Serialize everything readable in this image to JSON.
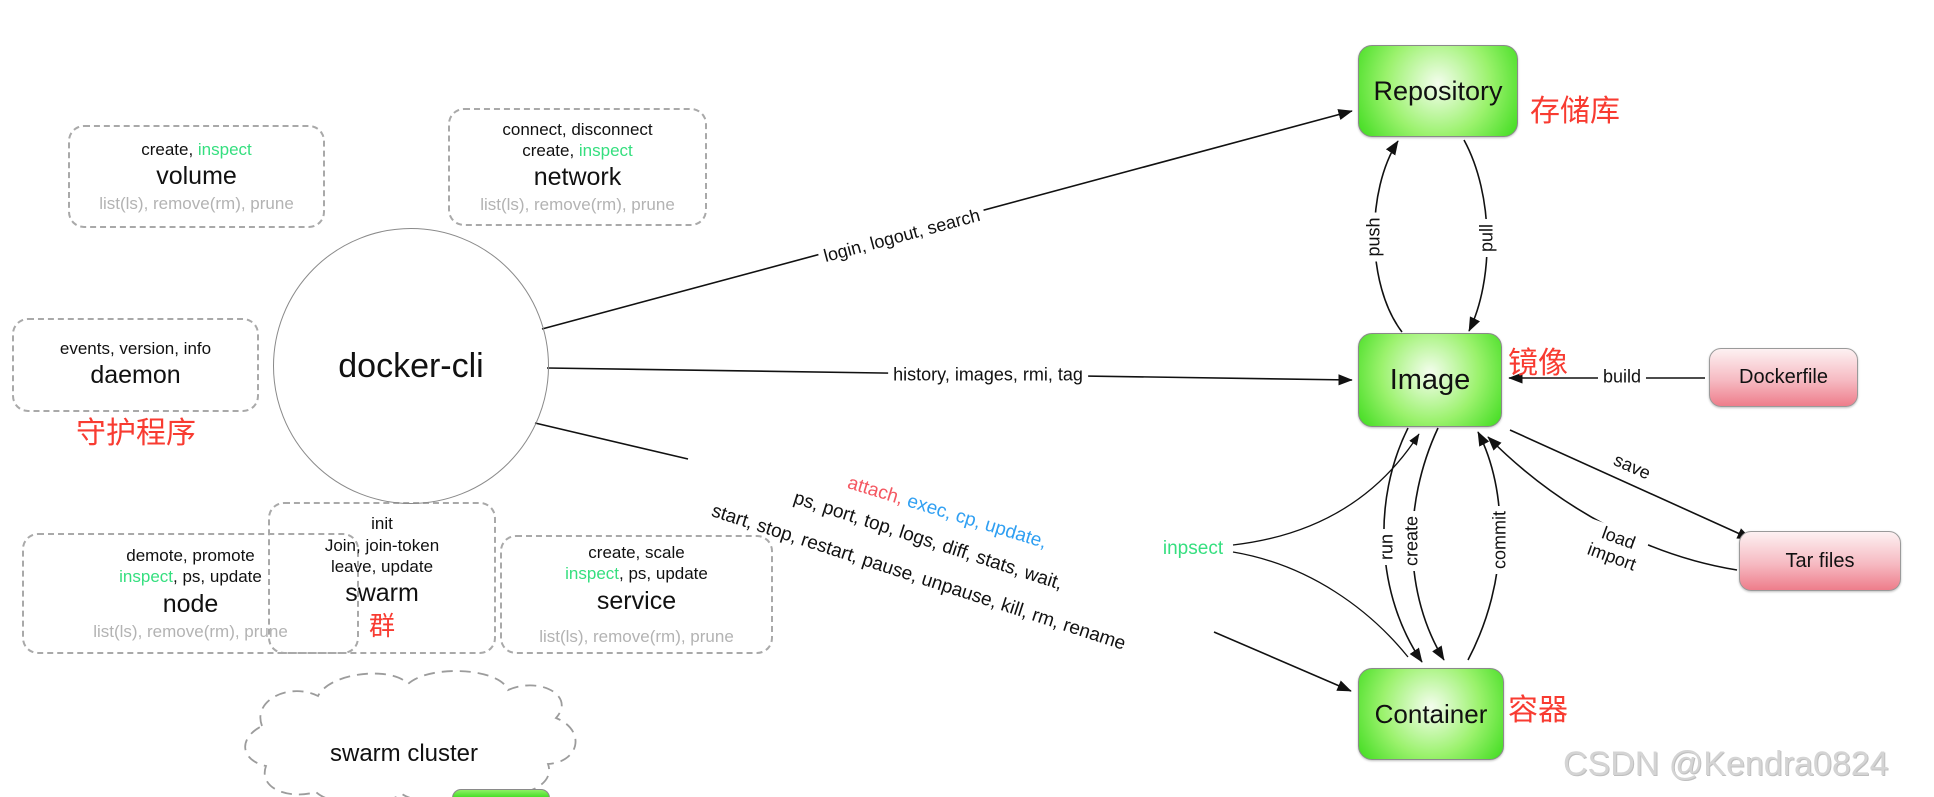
{
  "watermark": "CSDN @Kendra0824",
  "colors": {
    "command_green": "#35df7f",
    "label_red": "#f83b31",
    "command_blue": "#2f9ff2",
    "command_red": "#f45761",
    "muted_gray": "#b3b3b3",
    "node_green": "#3fdc1f",
    "node_pink": "#ee7d8b"
  },
  "center_node": {
    "label": "docker-cli"
  },
  "groups": {
    "volume": {
      "cmds_black": "create, ",
      "cmds_green": "inspect",
      "title": "volume",
      "gray": "list(ls), remove(rm), prune"
    },
    "network": {
      "line1": "connect, disconnect",
      "cmds_black": "create, ",
      "cmds_green": "inspect",
      "title": "network",
      "gray": "list(ls), remove(rm), prune"
    },
    "daemon": {
      "line1": "events, version, info",
      "title": "daemon",
      "zh": "守护程序"
    },
    "node": {
      "line1": "demote, promote",
      "green": "inspect",
      "after_green": ", ps, update",
      "title": "node",
      "gray": "list(ls), remove(rm), prune"
    },
    "swarm": {
      "line1": "init",
      "line2": "Join, join-token",
      "line3": "leave, update",
      "title": "swarm",
      "zh": "群"
    },
    "service": {
      "line1": "create, scale",
      "green": "inspect",
      "after_green": ", ps, update",
      "title": "service",
      "gray": "list(ls), remove(rm), prune"
    },
    "cloud": {
      "label": "swarm cluster"
    }
  },
  "entities": {
    "repository": {
      "label": "Repository",
      "zh": "存储库"
    },
    "image": {
      "label": "Image",
      "zh": "镜像"
    },
    "container": {
      "label": "Container",
      "zh": "容器"
    },
    "dockerfile": {
      "label": "Dockerfile"
    },
    "tar_files": {
      "label": "Tar files"
    }
  },
  "edges": {
    "repo_cmds": "login, logout, search",
    "image_cmds": "history, images, rmi, tag",
    "push": "push",
    "pull": "pull",
    "build": "build",
    "save": "save",
    "load": "load",
    "import": "import",
    "run": "run",
    "create": "create",
    "commit": "commit",
    "inspect_typo": "inpsect",
    "container_cmds_red": "attach,",
    "container_cmds_blue": " exec, cp, update,",
    "container_cmds_line2": "ps, port, top, logs, diff, stats, wait,",
    "container_cmds_line3": "start, stop, restart, pause, unpause, kill, rm, rename"
  }
}
